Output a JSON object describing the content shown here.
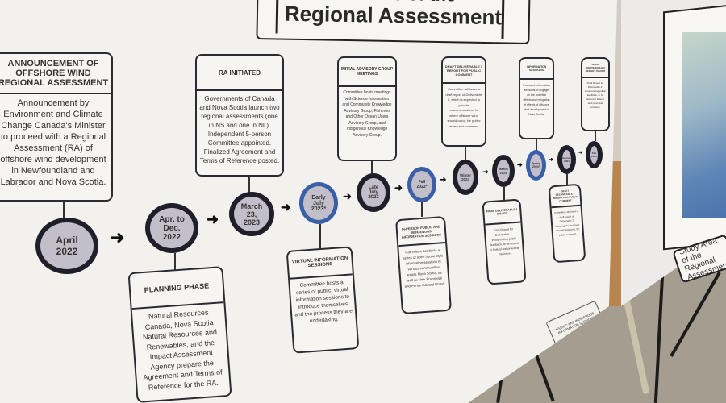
{
  "poster": {
    "title_line1": "Timeline of the",
    "title_line2": "Regional Assessment",
    "top_cards": [
      {
        "heading": "ANNOUNCEMENT OF OFFSHORE WIND REGIONAL ASSESSMENT",
        "body": "Announcement by Environment and Climate Change Canada's Minister to proceed with a Regional Assessment (RA) of offshore wind development in Newfoundland and Labrador and Nova Scotia."
      },
      {
        "heading": "RA INITIATED",
        "body": "Governments of Canada and Nova Scotia launch two regional assessments (one in NS and one in NL). Independent 5-person Committee appointed. Finalized Agreement and Terms of Reference posted."
      },
      {
        "heading": "INITIAL ADVISORY GROUP MEETINGS",
        "body": "Committee hosts meetings with Science Information and Community Knowledge Advisory Group, Fisheries and Other Ocean Users Advisory Group, and Indigenous Knowledge Advisory Group."
      },
      {
        "heading": "DRAFT DELIVERABLE 1 REPORT FOR PUBLIC COMMENT",
        "body": "Committee will issue a draft report of Deliverable 1, which is expected to provide recommendations for where offshore wind should occur, for public review and comment."
      },
      {
        "heading": "INFORMATION SESSIONS",
        "body": "Proposed information sessions to engage on the potential effects and mitigation of effects of offshore wind development in Nova Scotia."
      },
      {
        "heading": "FINAL DELIVERABLE 2 REPORT ISSUED",
        "body": "Final Report for Deliverable 2, incorporating public feedback, to be issued to federal and provincial ministers."
      }
    ],
    "bottom_cards": [
      {
        "heading": "PLANNING PHASE",
        "body": "Natural Resources Canada, Nova Scotia Natural Resources and Renewables, and the Impact Assessment Agency prepare the Agreement and Terms of Reference for the RA."
      },
      {
        "heading": "VIRTUAL INFORMATION SESSIONS",
        "body": "Committee hosts a series of public, virtual information sessions to introduce themselves and the process they are undertaking."
      },
      {
        "heading": "IN-PERSON PUBLIC AND INDIGENOUS INFORMATION SESSIONS",
        "body": "Committee conducts a series of open house style information sessions in various communities across Nova Scotia, as well as New Brunswick and Prince Edward Island."
      },
      {
        "heading": "FINAL DELIVERABLE 1 ISSUED",
        "body": "Final Report for Deliverable 1, incorporating public feedback, to be issued to federal and provincial ministers."
      },
      {
        "heading": "DRAFT DELIVERABLE 2 REPORT FOR PUBLIC COMMENT",
        "body": "Committee will issue a draft report of Deliverable 2, including development recommendations, for public comment."
      }
    ],
    "milestones": [
      {
        "label": "April\n2022",
        "style": "dark"
      },
      {
        "label": "Apr. to\nDec.\n2022",
        "style": "dark"
      },
      {
        "label": "March\n23,\n2023",
        "style": "dark"
      },
      {
        "label": "Early\nJuly\n2023*",
        "style": "blue"
      },
      {
        "label": "Late\nJuly\n2023",
        "style": "dark"
      },
      {
        "label": "Fall\n2023*",
        "style": "blue"
      },
      {
        "label": "Winter\n2024",
        "style": "dark"
      },
      {
        "label": "March\n2024",
        "style": "dark"
      },
      {
        "label": "Spring\n2024*",
        "style": "blue"
      },
      {
        "label": "Summer\n2024",
        "style": "dark"
      },
      {
        "label": "Fall\n2024",
        "style": "dark"
      }
    ],
    "legend": "*PUBLIC AND INDIGENOUS INFORMATION SESSIONS",
    "arrow_glyph": "➜",
    "colors": {
      "dark_ring": "#1f1f2a",
      "blue_ring": "#3a5fa6",
      "node_fill": "#c3bfca"
    }
  },
  "map_board": {
    "caption": "Study Area of the Regional Assessment"
  }
}
